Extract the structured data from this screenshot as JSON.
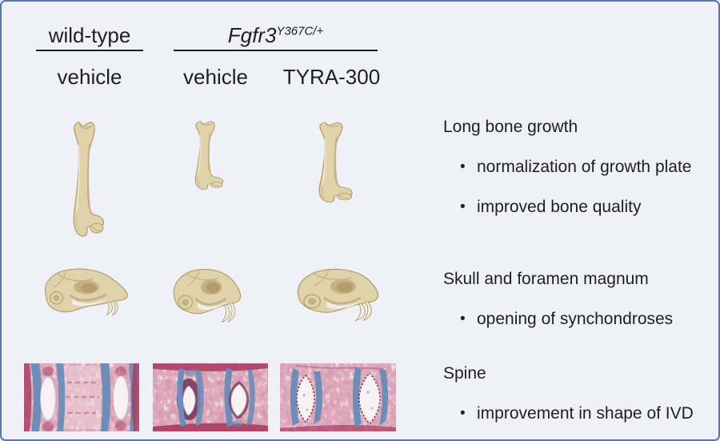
{
  "palette": {
    "panel-bg": "#f0f1f8",
    "panel-border": "#5d73ab",
    "text": "#1f1f1f",
    "bone-fill": "#e0d3ab",
    "bone-shade": "#c6b183",
    "bone-outline": "#b2a074",
    "bone-highlight": "#f0e8cf",
    "bone-dark": "#b59c6d",
    "tooth": "#f3ecdc",
    "histo-pink": "#dca8ba",
    "histo-light": "#efd6dd",
    "histo-dark-red": "#a73b5f",
    "histo-maroon": "#6e2c4d",
    "histo-blue": "#6d8db8",
    "histo-white": "#f8f1f4"
  },
  "header": {
    "wildtype_label": "wild-type",
    "gene_label": "Fgfr3",
    "gene_superscript": "Y367C/+",
    "treatments": [
      "vehicle",
      "vehicle",
      "TYRA-300"
    ]
  },
  "sections": [
    {
      "title": "Long bone growth",
      "bullets": [
        "normalization of growth plate",
        "improved bone quality"
      ]
    },
    {
      "title": "Skull and foramen magnum",
      "bullets": [
        "opening of synchondroses"
      ]
    },
    {
      "title": "Spine",
      "bullets": [
        "improvement in shape of IVD"
      ]
    }
  ],
  "illustrations": {
    "bones": [
      "long-bone-wildtype",
      "long-bone-fgfr3-vehicle-short",
      "long-bone-fgfr3-tyra300"
    ],
    "skulls": [
      "skull-wildtype-elongated",
      "skull-fgfr3-vehicle-domed",
      "skull-fgfr3-tyra300-domed"
    ],
    "spines": [
      "ivd-histology-wildtype",
      "ivd-histology-fgfr3-vehicle",
      "ivd-histology-fgfr3-tyra300"
    ]
  }
}
